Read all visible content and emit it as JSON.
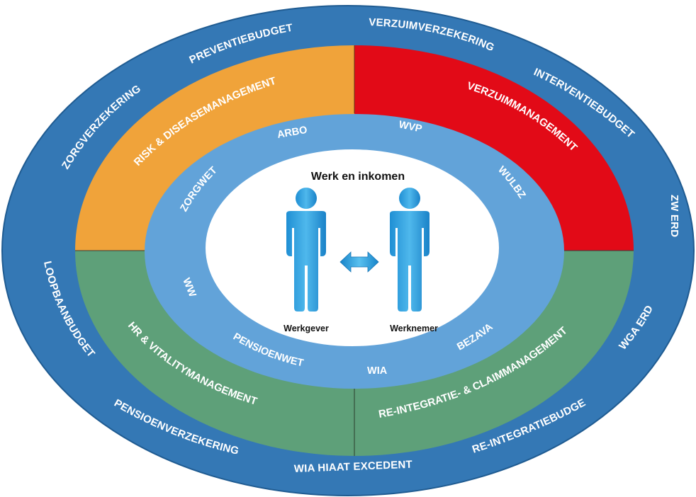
{
  "center": {
    "title": "Werk en inkomen",
    "left_person": "Werkgever",
    "right_person": "Werknemer",
    "arrow_icon": "double-arrow-icon",
    "person_icon": "person-icon"
  },
  "outer_ring": {
    "color": "#3478b5",
    "labels": {
      "preventiebudget": "PREVENTIEBUDGET",
      "verzuimverzekering": "VERZUIMVERZEKERING",
      "interventiebudget": "INTERVENTIEBUDGET",
      "zw_erd": "ZW  ERD",
      "wga_erd": "WGA  ERD",
      "reintegratiebudget": "RE-INTEGRATIEBUDGET",
      "wia_hiaat": "WIA HIAAT EXCEDENT",
      "pensioenverzekering": "PENSIOENVERZEKERING",
      "loopbaanbudget": "LOOPBAANBUDGET",
      "zorgverzekering": "ZORGVERZEKERING"
    }
  },
  "segments": {
    "risk": {
      "label": "RISK & DISEASEMANAGEMENT",
      "color": "#f0a33a"
    },
    "verzuim": {
      "label": "VERZUIMMANAGEMENT",
      "color": "#e20a17"
    },
    "hr": {
      "label": "HR & VITALITYMANAGEMENT",
      "color": "#5ea079"
    },
    "reintegratie": {
      "label": "RE-INTEGRATIE- & CLAIMMANAGEMENT",
      "color": "#5ea079"
    }
  },
  "inner_ring": {
    "color": "#62a3d9",
    "labels": {
      "arbo": "ARBO",
      "wvp": "WVP",
      "wulbz": "WULBZ",
      "zorgwet": "ZORGWET",
      "ww": "WW",
      "pensioenwet": "PENSIOENWET",
      "wia": "WIA",
      "bezava": "BEZAVA"
    }
  }
}
